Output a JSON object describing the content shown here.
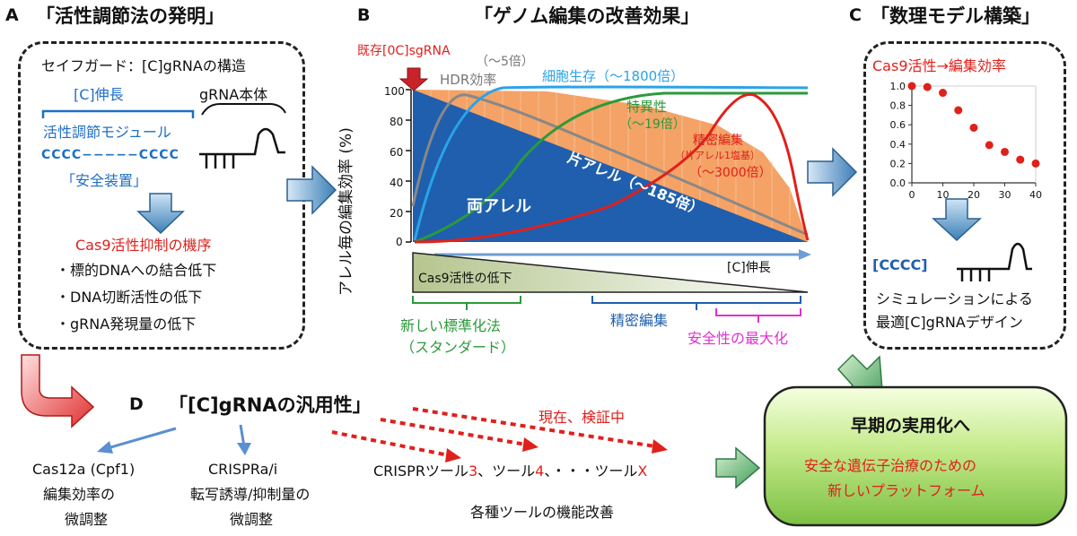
{
  "panelA": {
    "letter": "A",
    "title": "「活性調節法の発明」",
    "subtitle": "セイフガード：[C]gRNAの構造",
    "c_ext": "[C]伸長",
    "grna_body": "gRNA本体",
    "module": "活性調節モジュール",
    "seq": "CCCC−−−−−CCCC",
    "safety": "「安全装置」",
    "mechanism_title": "Cas9活性抑制の機序",
    "mechanisms": [
      "・標的DNAへの結合低下",
      "・DNA切断活性の低下",
      "・gRNA発現量の低下"
    ]
  },
  "panelB": {
    "letter": "B",
    "title": "「ゲノム編集の改善効果」",
    "existing": "既存[0C]sgRNA",
    "hdr": "HDR効率",
    "hdr_fold": "（〜5倍）",
    "survival": "細胞生存（〜1800倍）",
    "specificity": "特異性",
    "specificity_fold": "（〜19倍）",
    "precise": "精密編集",
    "precise_sub": "（片アレル1塩基）",
    "precise_fold": "（〜3000倍）",
    "mono": "片アレル（〜185倍）",
    "bi": "両アレル",
    "ylabel": "アレル毎の編集効率 (%)",
    "yticks": [
      "100",
      "80",
      "60",
      "40",
      "20",
      "0"
    ],
    "xlabel": "[C]伸長",
    "decline": "Cas9活性の低下",
    "new_std_1": "新しい標準化法",
    "new_std_2": "（スタンダード）",
    "precise_bracket": "精密編集",
    "safety_max": "安全性の最大化"
  },
  "panelC": {
    "letter": "C",
    "title": "「数理モデル構築」",
    "chart_title": "Cas9活性→編集効率",
    "seq": "[CCCC]",
    "desc1": "シミュレーションによる",
    "desc2": "最適[C]gRNAデザイン"
  },
  "panelD": {
    "letter": "D",
    "title": "「[C]gRNAの汎用性」",
    "cas12_1": "Cas12a (Cpf1)",
    "cas12_2": "編集効率の",
    "cas12_3": "微調整",
    "crispra_1": "CRISPRa/i",
    "crispra_2": "転写誘導/抑制量の",
    "crispra_3": "微調整",
    "tool_prefix": "CRISPRツール",
    "tool3": "3",
    "tool_sep": "、ツール",
    "tool4": "4",
    "tool_dots": "、・・・ツール",
    "toolx": "X",
    "tools_label": "各種ツールの機能改善",
    "verifying": "現在、検証中"
  },
  "goal": {
    "title": "早期の実用化へ",
    "line1": "安全な遺伝子治療のための",
    "line2": "新しいプラットフォーム"
  },
  "chart_data": [
    {
      "type": "scatter",
      "title": "Cas9活性→編集効率",
      "x": [
        0,
        5,
        10,
        15,
        20,
        25,
        30,
        35,
        40
      ],
      "y": [
        1.0,
        0.99,
        0.93,
        0.75,
        0.57,
        0.39,
        0.32,
        0.24,
        0.2
      ],
      "xticks": [
        "0",
        "10",
        "20",
        "30",
        "40"
      ],
      "yticks": [
        "1.0",
        "0.8",
        "0.6",
        "0.4",
        "0.2",
        "0.0"
      ],
      "xlim": [
        0,
        40
      ],
      "ylim": [
        0,
        1.0
      ],
      "color": "#e0201b"
    }
  ]
}
